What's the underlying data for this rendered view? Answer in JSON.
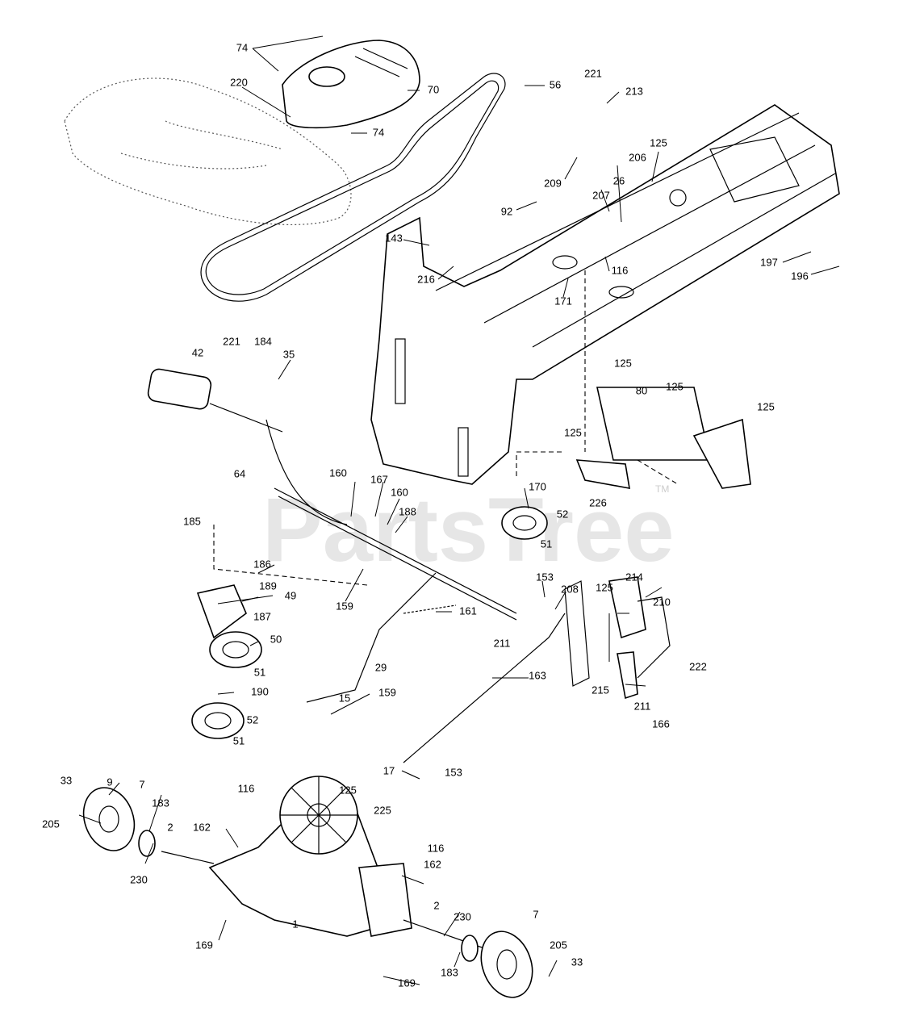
{
  "diagram": {
    "callouts": [
      {
        "id": "c74a",
        "text": "74"
      },
      {
        "id": "c220",
        "text": "220"
      },
      {
        "id": "c70",
        "text": "70"
      },
      {
        "id": "c74b",
        "text": "74"
      },
      {
        "id": "c56",
        "text": "56"
      },
      {
        "id": "c221a",
        "text": "221"
      },
      {
        "id": "c213",
        "text": "213"
      },
      {
        "id": "c125a",
        "text": "125"
      },
      {
        "id": "c209",
        "text": "209"
      },
      {
        "id": "c206",
        "text": "206"
      },
      {
        "id": "c26",
        "text": "26"
      },
      {
        "id": "c207",
        "text": "207"
      },
      {
        "id": "c92",
        "text": "92"
      },
      {
        "id": "c143",
        "text": "143"
      },
      {
        "id": "c116a",
        "text": "116"
      },
      {
        "id": "c197",
        "text": "197"
      },
      {
        "id": "c196",
        "text": "196"
      },
      {
        "id": "c216",
        "text": "216"
      },
      {
        "id": "c171",
        "text": "171"
      },
      {
        "id": "c221b",
        "text": "221"
      },
      {
        "id": "c184",
        "text": "184"
      },
      {
        "id": "c42",
        "text": "42"
      },
      {
        "id": "c35",
        "text": "35"
      },
      {
        "id": "c125b",
        "text": "125"
      },
      {
        "id": "c80",
        "text": "80"
      },
      {
        "id": "c125c",
        "text": "125"
      },
      {
        "id": "c125d",
        "text": "125"
      },
      {
        "id": "c125e",
        "text": "125"
      },
      {
        "id": "c64",
        "text": "64"
      },
      {
        "id": "c160a",
        "text": "160"
      },
      {
        "id": "c167",
        "text": "167"
      },
      {
        "id": "c160b",
        "text": "160"
      },
      {
        "id": "c170",
        "text": "170"
      },
      {
        "id": "c226",
        "text": "226"
      },
      {
        "id": "c188",
        "text": "188"
      },
      {
        "id": "c52a",
        "text": "52"
      },
      {
        "id": "c185",
        "text": "185"
      },
      {
        "id": "c51a",
        "text": "51"
      },
      {
        "id": "c186",
        "text": "186"
      },
      {
        "id": "c159a",
        "text": "159"
      },
      {
        "id": "c189",
        "text": "189"
      },
      {
        "id": "c49",
        "text": "49"
      },
      {
        "id": "c153a",
        "text": "153"
      },
      {
        "id": "c125f",
        "text": "125"
      },
      {
        "id": "c214",
        "text": "214"
      },
      {
        "id": "c208",
        "text": "208"
      },
      {
        "id": "c210",
        "text": "210"
      },
      {
        "id": "c187",
        "text": "187"
      },
      {
        "id": "c161",
        "text": "161"
      },
      {
        "id": "c211a",
        "text": "211"
      },
      {
        "id": "c50",
        "text": "50"
      },
      {
        "id": "c51b",
        "text": "51"
      },
      {
        "id": "c163",
        "text": "163"
      },
      {
        "id": "c222",
        "text": "222"
      },
      {
        "id": "c29",
        "text": "29"
      },
      {
        "id": "c190",
        "text": "190"
      },
      {
        "id": "c215",
        "text": "215"
      },
      {
        "id": "c15",
        "text": "15"
      },
      {
        "id": "c159b",
        "text": "159"
      },
      {
        "id": "c211b",
        "text": "211"
      },
      {
        "id": "c166",
        "text": "166"
      },
      {
        "id": "c52b",
        "text": "52"
      },
      {
        "id": "c51c",
        "text": "51"
      },
      {
        "id": "c17",
        "text": "17"
      },
      {
        "id": "c153b",
        "text": "153"
      },
      {
        "id": "c33a",
        "text": "33"
      },
      {
        "id": "c9",
        "text": "9"
      },
      {
        "id": "c7a",
        "text": "7"
      },
      {
        "id": "c116b",
        "text": "116"
      },
      {
        "id": "c125g",
        "text": "125"
      },
      {
        "id": "c183a",
        "text": "183"
      },
      {
        "id": "c225",
        "text": "225"
      },
      {
        "id": "c205a",
        "text": "205"
      },
      {
        "id": "c2a",
        "text": "2"
      },
      {
        "id": "c162a",
        "text": "162"
      },
      {
        "id": "c116c",
        "text": "116"
      },
      {
        "id": "c230a",
        "text": "230"
      },
      {
        "id": "c162b",
        "text": "162"
      },
      {
        "id": "c2b",
        "text": "2"
      },
      {
        "id": "c230b",
        "text": "230"
      },
      {
        "id": "c7b",
        "text": "7"
      },
      {
        "id": "c1",
        "text": "1"
      },
      {
        "id": "c169a",
        "text": "169"
      },
      {
        "id": "c205b",
        "text": "205"
      },
      {
        "id": "c33b",
        "text": "33"
      },
      {
        "id": "c183b",
        "text": "183"
      },
      {
        "id": "c169b",
        "text": "169"
      }
    ]
  },
  "watermark": {
    "text": "PartsTree",
    "trademark": "TM"
  }
}
